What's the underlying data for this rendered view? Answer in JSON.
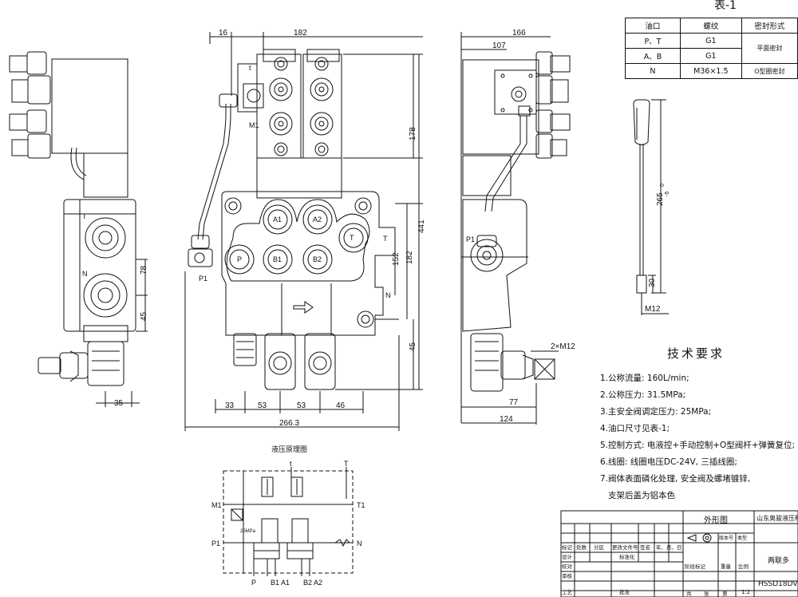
{
  "table1": {
    "title": "表-1",
    "headers": [
      "油口",
      "螺纹",
      "密封形式"
    ],
    "rows": [
      {
        "port": "P、T",
        "thread": "G1",
        "seal": "平面密封"
      },
      {
        "port": "A、B",
        "thread": "G1",
        "seal": ""
      },
      {
        "port": "N",
        "thread": "M36×1.5",
        "seal": "O型圈密封"
      }
    ]
  },
  "left_view": {
    "port_T": "T",
    "port_N": "N",
    "dim_78": "78",
    "dim_45": "45",
    "dim_35": "35"
  },
  "front_view": {
    "dim_16": "16",
    "dim_182_top": "182",
    "dim_178": "178",
    "dim_441": "441",
    "dim_182_side": "182",
    "dim_152": "152",
    "dim_45": "45",
    "dim_33": "33",
    "dim_53a": "53",
    "dim_53b": "53",
    "dim_46": "46",
    "dim_266": "266.3",
    "label_t": "t",
    "label_M1": "M1",
    "label_P1": "P1",
    "label_A1": "A1",
    "label_A2": "A2",
    "label_P": "P",
    "label_B1": "B1",
    "label_B2": "B2",
    "label_T": "T",
    "label_T_side": "T",
    "label_N": "N"
  },
  "right_view": {
    "dim_166": "166",
    "dim_107": "107",
    "dim_77": "77",
    "dim_124": "124",
    "dim_2xM12": "2×M12",
    "label_P1": "P1"
  },
  "handle": {
    "dim_265": "265",
    "dim_265_tol": "0",
    "dim_265_tol_neg": "-5",
    "dim_30": "30",
    "dim_M12": "M12"
  },
  "hydraulic": {
    "title": "液压原理图",
    "label_t": "t",
    "label_T": "T",
    "label_M1": "M1",
    "label_T1": "T1",
    "label_P1": "P1",
    "label_N": "N",
    "label_25": "25MPa",
    "bottom": [
      "P",
      "B1 A1",
      "B2 A2"
    ]
  },
  "tech": {
    "title": "技术要求",
    "items": [
      "1.公称流量: 160L/min;",
      "2.公称压力: 31.5MPa;",
      "3.主安全阀调定压力: 25MPa;",
      "4.油口尺寸见表-1;",
      "5.控制方式: 电液控+手动控制+O型阀杆+弹簧复位;",
      "6.线圈: 线圈电压DC-24V, 三插线圈;",
      "7.阀体表面磷化处理, 安全阀及螺堵镀锌,",
      "   支架后盖为铝本色"
    ]
  },
  "title_block": {
    "drawing_title": "外形图",
    "company": "山东奥骏液压科",
    "part_name": "两联多",
    "code": "HSSD18DV",
    "scale": "1:2",
    "headers": [
      "标记",
      "处数",
      "分区",
      "更改文件号",
      "签名",
      "年、月、日"
    ],
    "rows": [
      "设计",
      "校对",
      "审核",
      "工艺"
    ],
    "std": "标准化",
    "approve": "批准",
    "stage": "阶段标记",
    "weight": "重量",
    "ratio": "比例",
    "total": "共",
    "sheet": "张",
    "no": "第",
    "material_no": "版本号",
    "type": "类型"
  }
}
